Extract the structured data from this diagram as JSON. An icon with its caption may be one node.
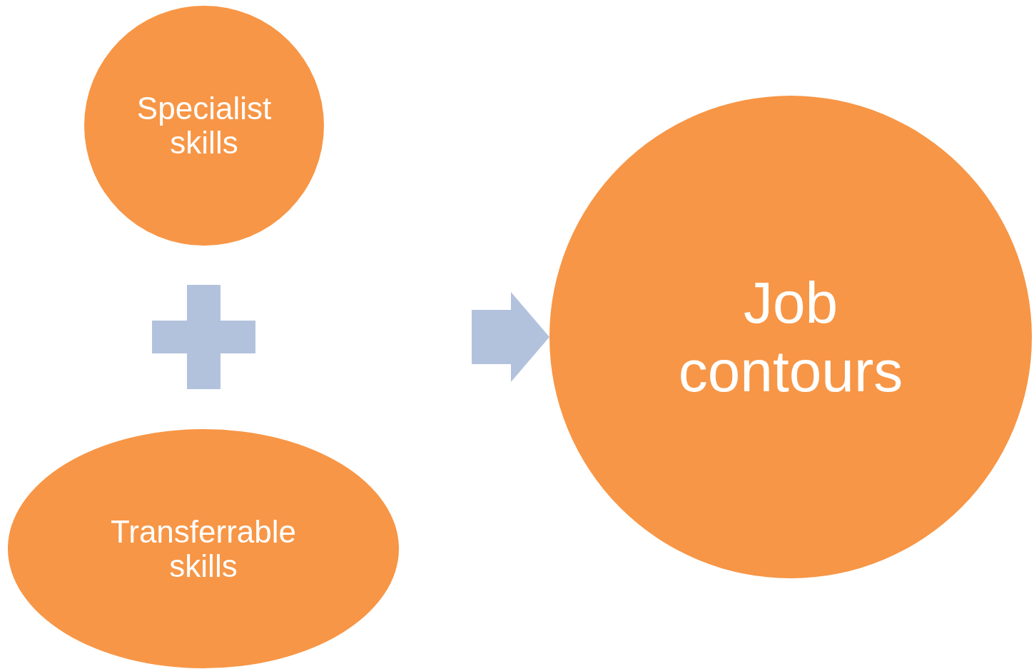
{
  "diagram": {
    "nodes": [
      {
        "text": [
          "Specialist skills"
        ]
      },
      {
        "text": [
          "Transferrable skills"
        ]
      },
      {
        "text": [
          "Job contours"
        ]
      }
    ],
    "edges": [
      {
        "from": null,
        "to": 2,
        "arrow": "to"
      }
    ]
  }
}
